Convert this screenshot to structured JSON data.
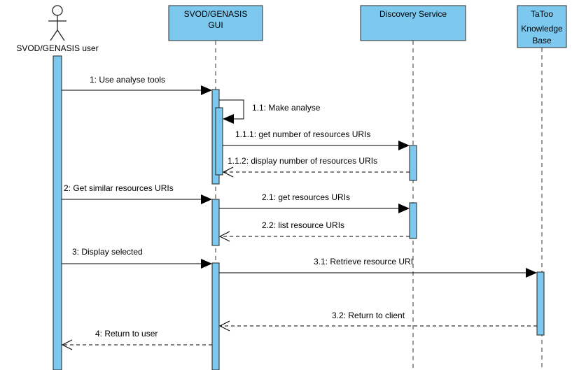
{
  "participants": {
    "user": {
      "label": "SVOD/GENASIS user"
    },
    "gui": {
      "lines": [
        "SVOD/GENASIS",
        "GUI"
      ]
    },
    "discovery": {
      "lines": [
        "Discovery Service"
      ]
    },
    "tatoo": {
      "lines": [
        "TaToo",
        "Knowledge",
        "Base"
      ]
    }
  },
  "messages": {
    "m1": "1: Use analyse tools",
    "m11": "1.1: Make analyse",
    "m111": "1.1.1: get number of resources URIs",
    "m112": "1.1.2: display number of resources URIs",
    "m2": "2: Get similar resources URIs",
    "m21": "2.1: get resources URIs",
    "m22": "2.2: list resource URIs",
    "m3": "3: Display selected",
    "m31": "3.1: Retrieve resource URI",
    "m32": "3.2: Return to client",
    "m4": "4: Return to user"
  },
  "colors": {
    "fill": "#7cc8ee",
    "line": "#2b2b2b"
  }
}
